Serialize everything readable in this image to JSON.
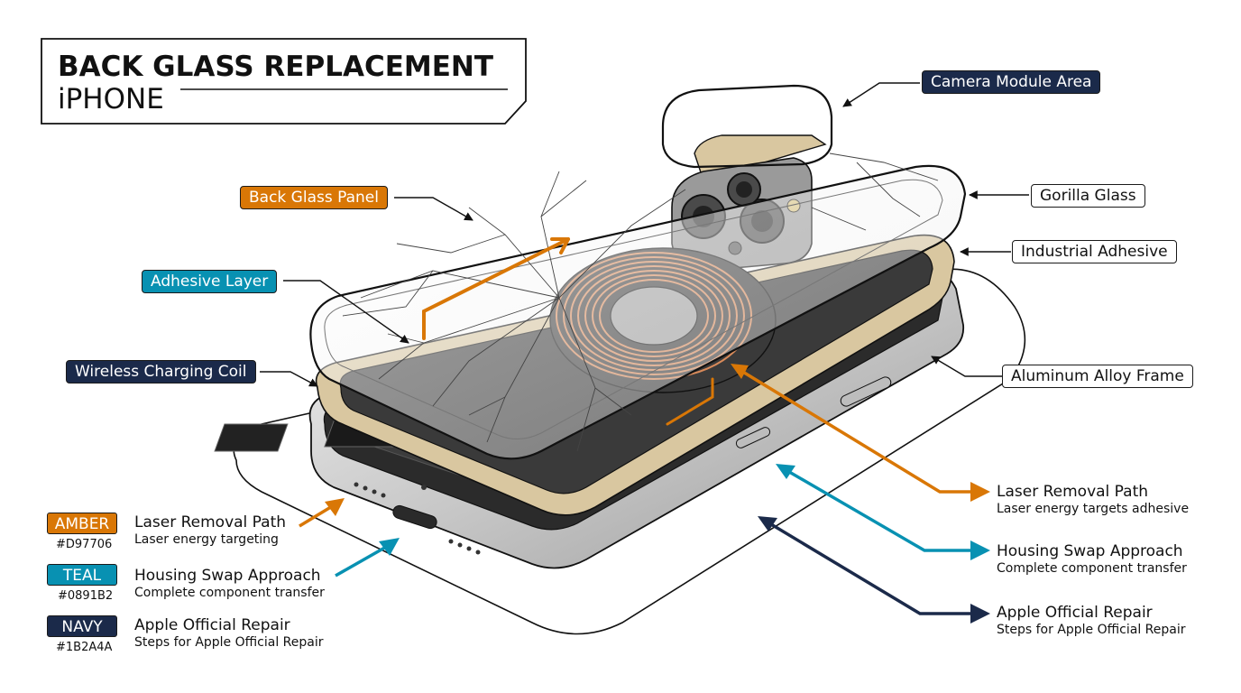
{
  "title": {
    "line1": "BACK GLASS REPLACEMENT",
    "line2": "iPHONE"
  },
  "colors": {
    "amber": "#D97706",
    "teal": "#0891B2",
    "navy": "#1B2A4A",
    "adhesive": "#D9C7A0",
    "copper": "#D88A5A"
  },
  "callouts": {
    "camera_module_area": "Camera Module Area",
    "back_glass_panel": "Back Glass Panel",
    "gorilla_glass": "Gorilla Glass",
    "industrial_adhesive": "Industrial Adhesive",
    "adhesive_layer": "Adhesive Layer",
    "wireless_charging_coil": "Wireless Charging Coil",
    "aluminum_alloy_frame": "Aluminum Alloy Frame"
  },
  "legend": [
    {
      "swatch": "AMBER",
      "hex": "#D97706",
      "title": "Laser Removal Path",
      "subtitle": "Laser energy targeting"
    },
    {
      "swatch": "TEAL",
      "hex": "#0891B2",
      "title": "Housing Swap Approach",
      "subtitle": "Complete component transfer"
    },
    {
      "swatch": "NAVY",
      "hex": "#1B2A4A",
      "title": "Apple Official Repair",
      "subtitle": "Steps for Apple Official Repair"
    }
  ],
  "approaches": [
    {
      "title": "Laser Removal Path",
      "subtitle": "Laser energy targets adhesive"
    },
    {
      "title": "Housing Swap Approach",
      "subtitle": "Complete component transfer"
    },
    {
      "title": "Apple Official Repair",
      "subtitle": "Steps for Apple Official Repair"
    }
  ]
}
